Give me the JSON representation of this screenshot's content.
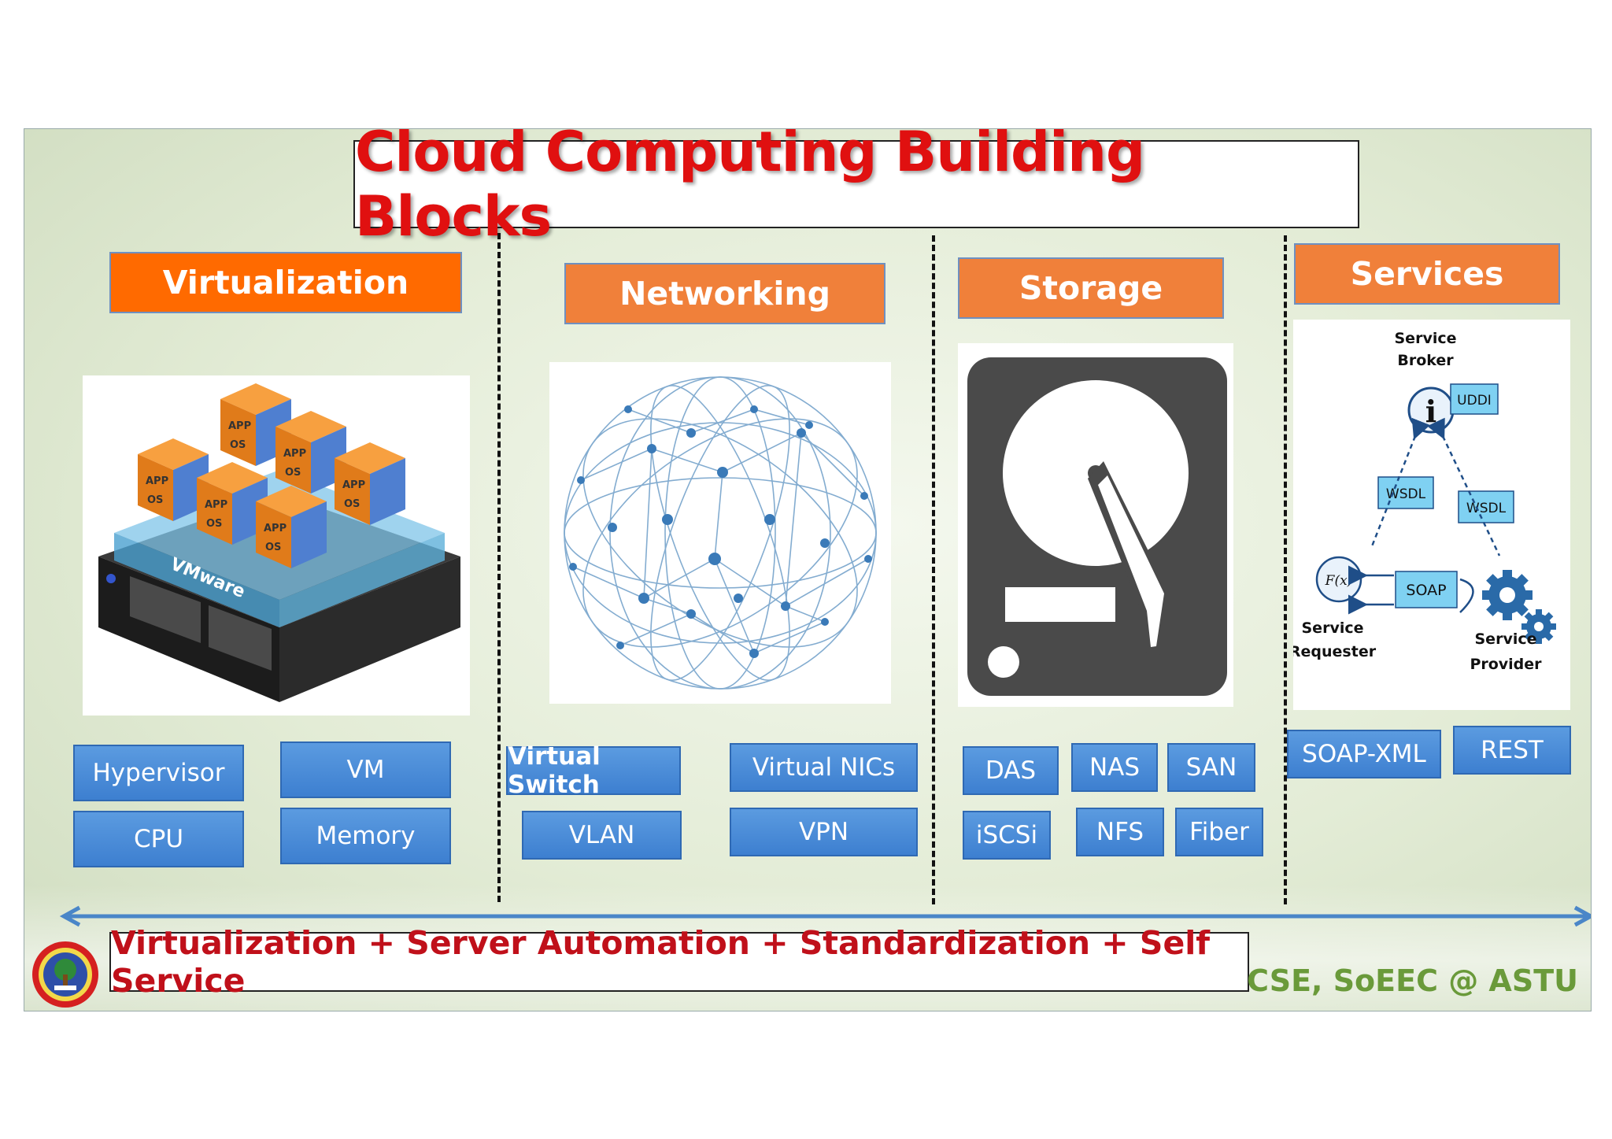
{
  "title": "Cloud Computing Building Blocks",
  "categories": {
    "virtualization": "Virtualization",
    "networking": "Networking",
    "storage": "Storage",
    "services": "Services"
  },
  "virtualization_tags": [
    "Hypervisor",
    "VM",
    "CPU",
    "Memory"
  ],
  "networking_tags": [
    "Virtual Switch",
    "Virtual NICs",
    "VLAN",
    "VPN"
  ],
  "storage_tags": [
    "DAS",
    "NAS",
    "SAN",
    "iSCSi",
    "NFS",
    "Fiber"
  ],
  "services_tags": [
    "SOAP-XML",
    "REST"
  ],
  "vm_image": {
    "app": "APP",
    "os": "OS",
    "platform": "VMware"
  },
  "services_diagram": {
    "broker_line1": "Service",
    "broker_line2": "Broker",
    "uddi": "UDDI",
    "wsdl_left": "WSDL",
    "wsdl_right": "WSDL",
    "soap": "SOAP",
    "fx": "F(x)",
    "requester_line1": "Service",
    "requester_line2": "Requester",
    "provider_line1": "Service",
    "provider_line2": "Provider",
    "info": "i"
  },
  "bottom_banner": "Virtualization + Server Automation + Standardization + Self Service",
  "credit": "CSE, SoEEC @ ASTU",
  "colors": {
    "title": "#e01010",
    "category": "#ff6a00",
    "tag": "#3d7fd0",
    "banner": "#c0101a",
    "credit": "#6a9a3a"
  }
}
